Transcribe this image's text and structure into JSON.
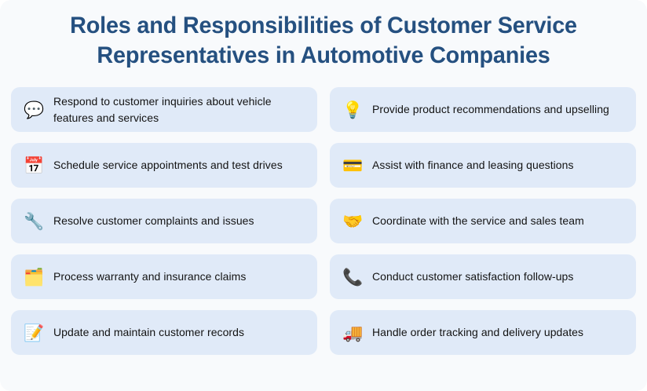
{
  "header": {
    "title": "Roles and Responsibilities of Customer Service\nRepresentatives in Automotive Companies",
    "title_color": "#255080"
  },
  "theme": {
    "page_background": "#f8fafc",
    "card_background": "#e0eaf8",
    "card_text_color": "#131313"
  },
  "cards": [
    {
      "icon": "💬",
      "icon_name": "speech-balloon-icon",
      "text": "Respond to customer inquiries about vehicle features and services"
    },
    {
      "icon": "💡",
      "icon_name": "light-bulb-icon",
      "text": "Provide product recommendations and upselling"
    },
    {
      "icon": "📅",
      "icon_name": "calendar-icon",
      "text": "Schedule service appointments and test drives"
    },
    {
      "icon": "💳",
      "icon_name": "credit-card-icon",
      "text": "Assist with finance and leasing questions"
    },
    {
      "icon": "🔧",
      "icon_name": "wrench-icon",
      "text": "Resolve customer complaints and issues"
    },
    {
      "icon": "🤝",
      "icon_name": "handshake-icon",
      "text": "Coordinate with the service and sales team"
    },
    {
      "icon": "🗂️",
      "icon_name": "card-index-dividers-icon",
      "text": "Process warranty and insurance claims"
    },
    {
      "icon": "📞",
      "icon_name": "telephone-receiver-icon",
      "text": "Conduct customer satisfaction follow-ups"
    },
    {
      "icon": "📝",
      "icon_name": "memo-icon",
      "text": "Update and maintain customer records"
    },
    {
      "icon": "🚚",
      "icon_name": "delivery-truck-icon",
      "text": "Handle order tracking and delivery updates"
    }
  ]
}
